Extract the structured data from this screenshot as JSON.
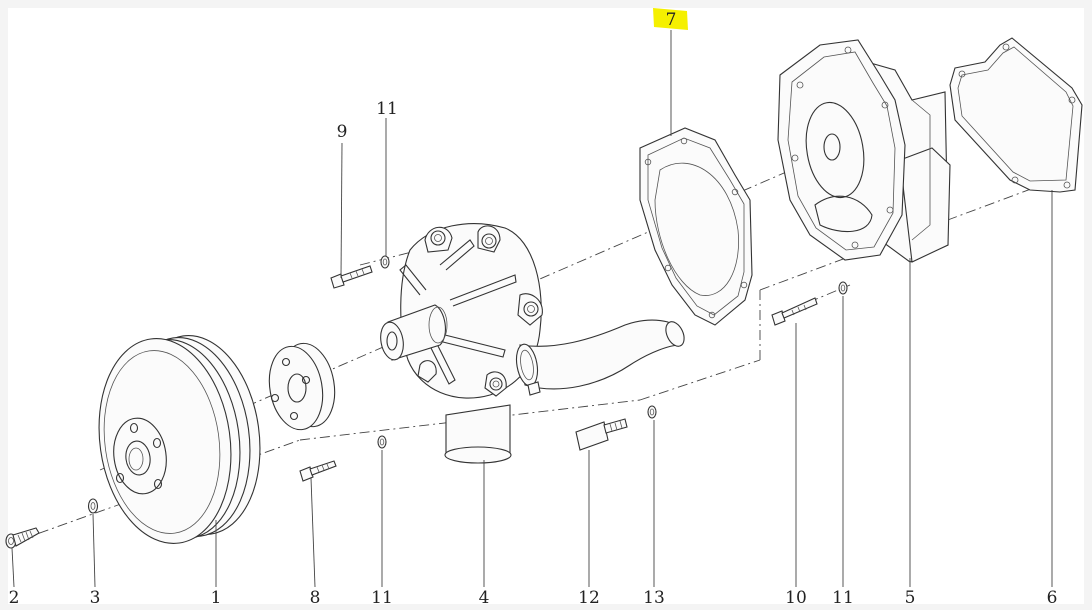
{
  "highlight": {
    "color": "#f5f000"
  },
  "callouts": {
    "c1": "1",
    "c2": "2",
    "c3": "3",
    "c4": "4",
    "c5": "5",
    "c6": "6",
    "c7": "7",
    "c8": "8",
    "c9": "9",
    "c10": "10",
    "c11a": "11",
    "c11b": "11",
    "c11c": "11",
    "c12": "12",
    "c13": "13"
  }
}
